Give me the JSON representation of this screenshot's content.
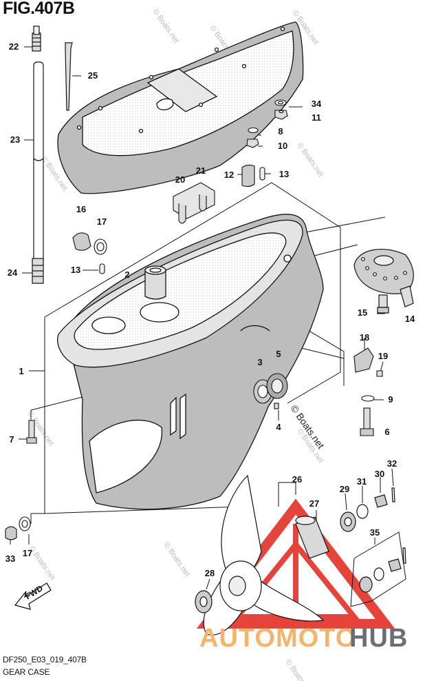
{
  "figure": {
    "title": "FIG.407B",
    "model_code": "DF250_E03_019_407B",
    "caption": "GEAR CASE"
  },
  "watermark": {
    "text": "© Boats.net",
    "brand_left": "AUTOMOTO",
    "brand_right": "HUB",
    "brand_colors": {
      "left": "#f6b36b",
      "right": "#6a6e74",
      "logo": "#e2231a"
    }
  },
  "direction_marker": "FWD",
  "part_labels": [
    "1",
    "2",
    "3",
    "4",
    "5",
    "6",
    "7",
    "8",
    "9",
    "10",
    "11",
    "12",
    "13",
    "13",
    "14",
    "15",
    "16",
    "17",
    "17",
    "18",
    "19",
    "20",
    "21",
    "22",
    "23",
    "24",
    "25",
    "26",
    "27",
    "28",
    "29",
    "30",
    "31",
    "32",
    "33",
    "34",
    "35"
  ]
}
